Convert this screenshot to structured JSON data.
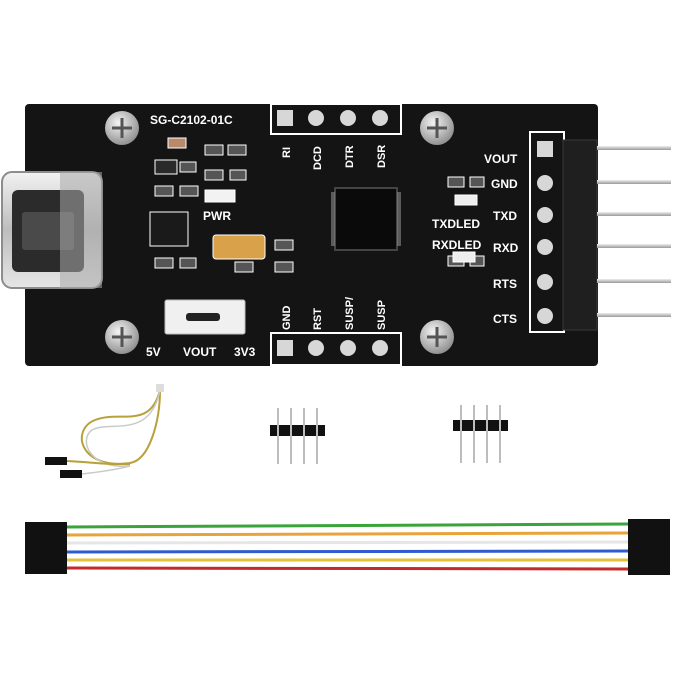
{
  "board": {
    "model": "SG-C2102-01C",
    "pwr_label": "PWR",
    "top_pins": [
      "RI",
      "DCD",
      "DTR",
      "DSR"
    ],
    "bottom_pins": [
      "GND",
      "RST",
      "SUSP/",
      "SUSP"
    ],
    "right_pins": [
      "VOUT",
      "GND",
      "TXD",
      "RXD",
      "RTS",
      "CTS"
    ],
    "txd_led": "TXDLED",
    "rxd_led": "RXDLED",
    "switch_labels": [
      "5V",
      "VOUT",
      "3V3"
    ]
  },
  "colors": {
    "pcb": "#141414",
    "silkscreen": "#ffffff",
    "header_pin": "#c8c8c8",
    "cable_wires": [
      "#3aa33a",
      "#e8a33a",
      "#e6e6e6",
      "#2f5bd1",
      "#e2c23a",
      "#c52a2a"
    ]
  }
}
